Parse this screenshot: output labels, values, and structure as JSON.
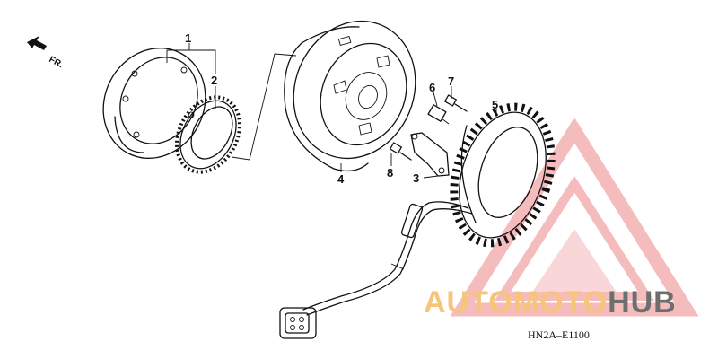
{
  "diagram": {
    "direction_label": "FR.",
    "callouts": [
      {
        "id": "1",
        "label": "1"
      },
      {
        "id": "2",
        "label": "2"
      },
      {
        "id": "3",
        "label": "3"
      },
      {
        "id": "4",
        "label": "4"
      },
      {
        "id": "5",
        "label": "5"
      },
      {
        "id": "6",
        "label": "6"
      },
      {
        "id": "7",
        "label": "7"
      },
      {
        "id": "8",
        "label": "8"
      }
    ],
    "diagram_code": "HN2A–E1100"
  },
  "watermark": {
    "text_part1": "AUTOMOTO",
    "text_part2": "HUB",
    "colors": {
      "triangle": "#f2a6a8",
      "orange_text": "#f6c57a",
      "grey_text": "#6e6e6e"
    }
  }
}
